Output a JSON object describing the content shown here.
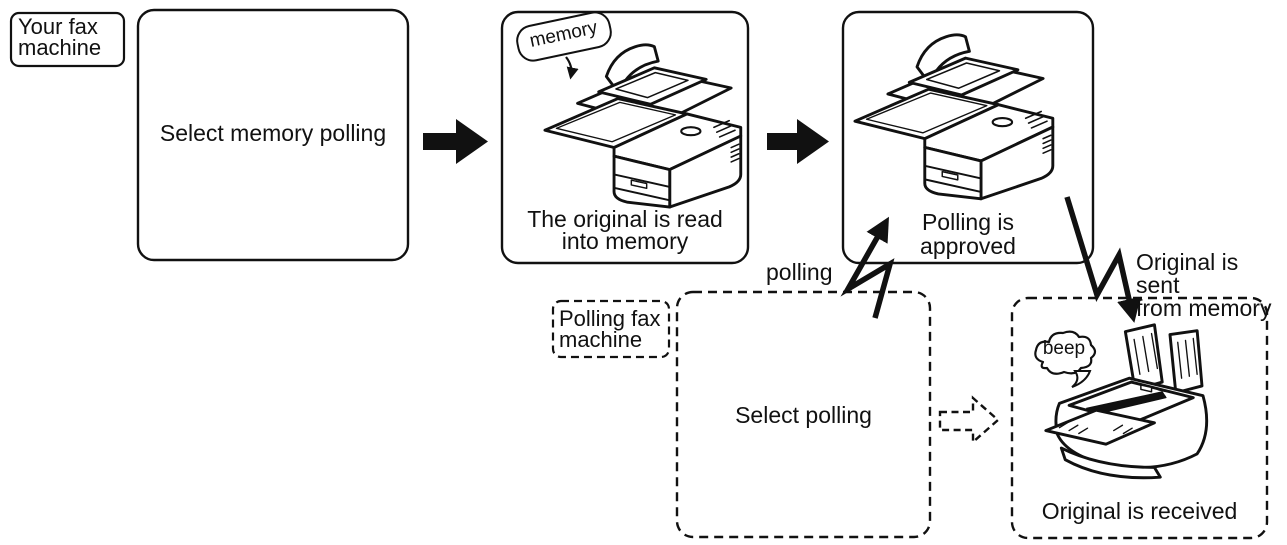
{
  "canvas": {
    "bg_color": "#ffffff",
    "line_color": "#111111"
  },
  "sender": {
    "group_label": "Your fax\nmachine",
    "step_select": "Select memory polling",
    "step_read": "The original is read\ninto memory",
    "step_approved": "Polling is\napproved",
    "memory_bubble": "memory"
  },
  "receiver": {
    "group_label": "Polling fax\nmachine",
    "step_select": "Select polling",
    "step_received": "Original is received",
    "beep_bubble": "beep"
  },
  "annotations": {
    "polling_arrow_label": "polling",
    "sent_arrow_label": "Original is sent\nfrom memory"
  }
}
